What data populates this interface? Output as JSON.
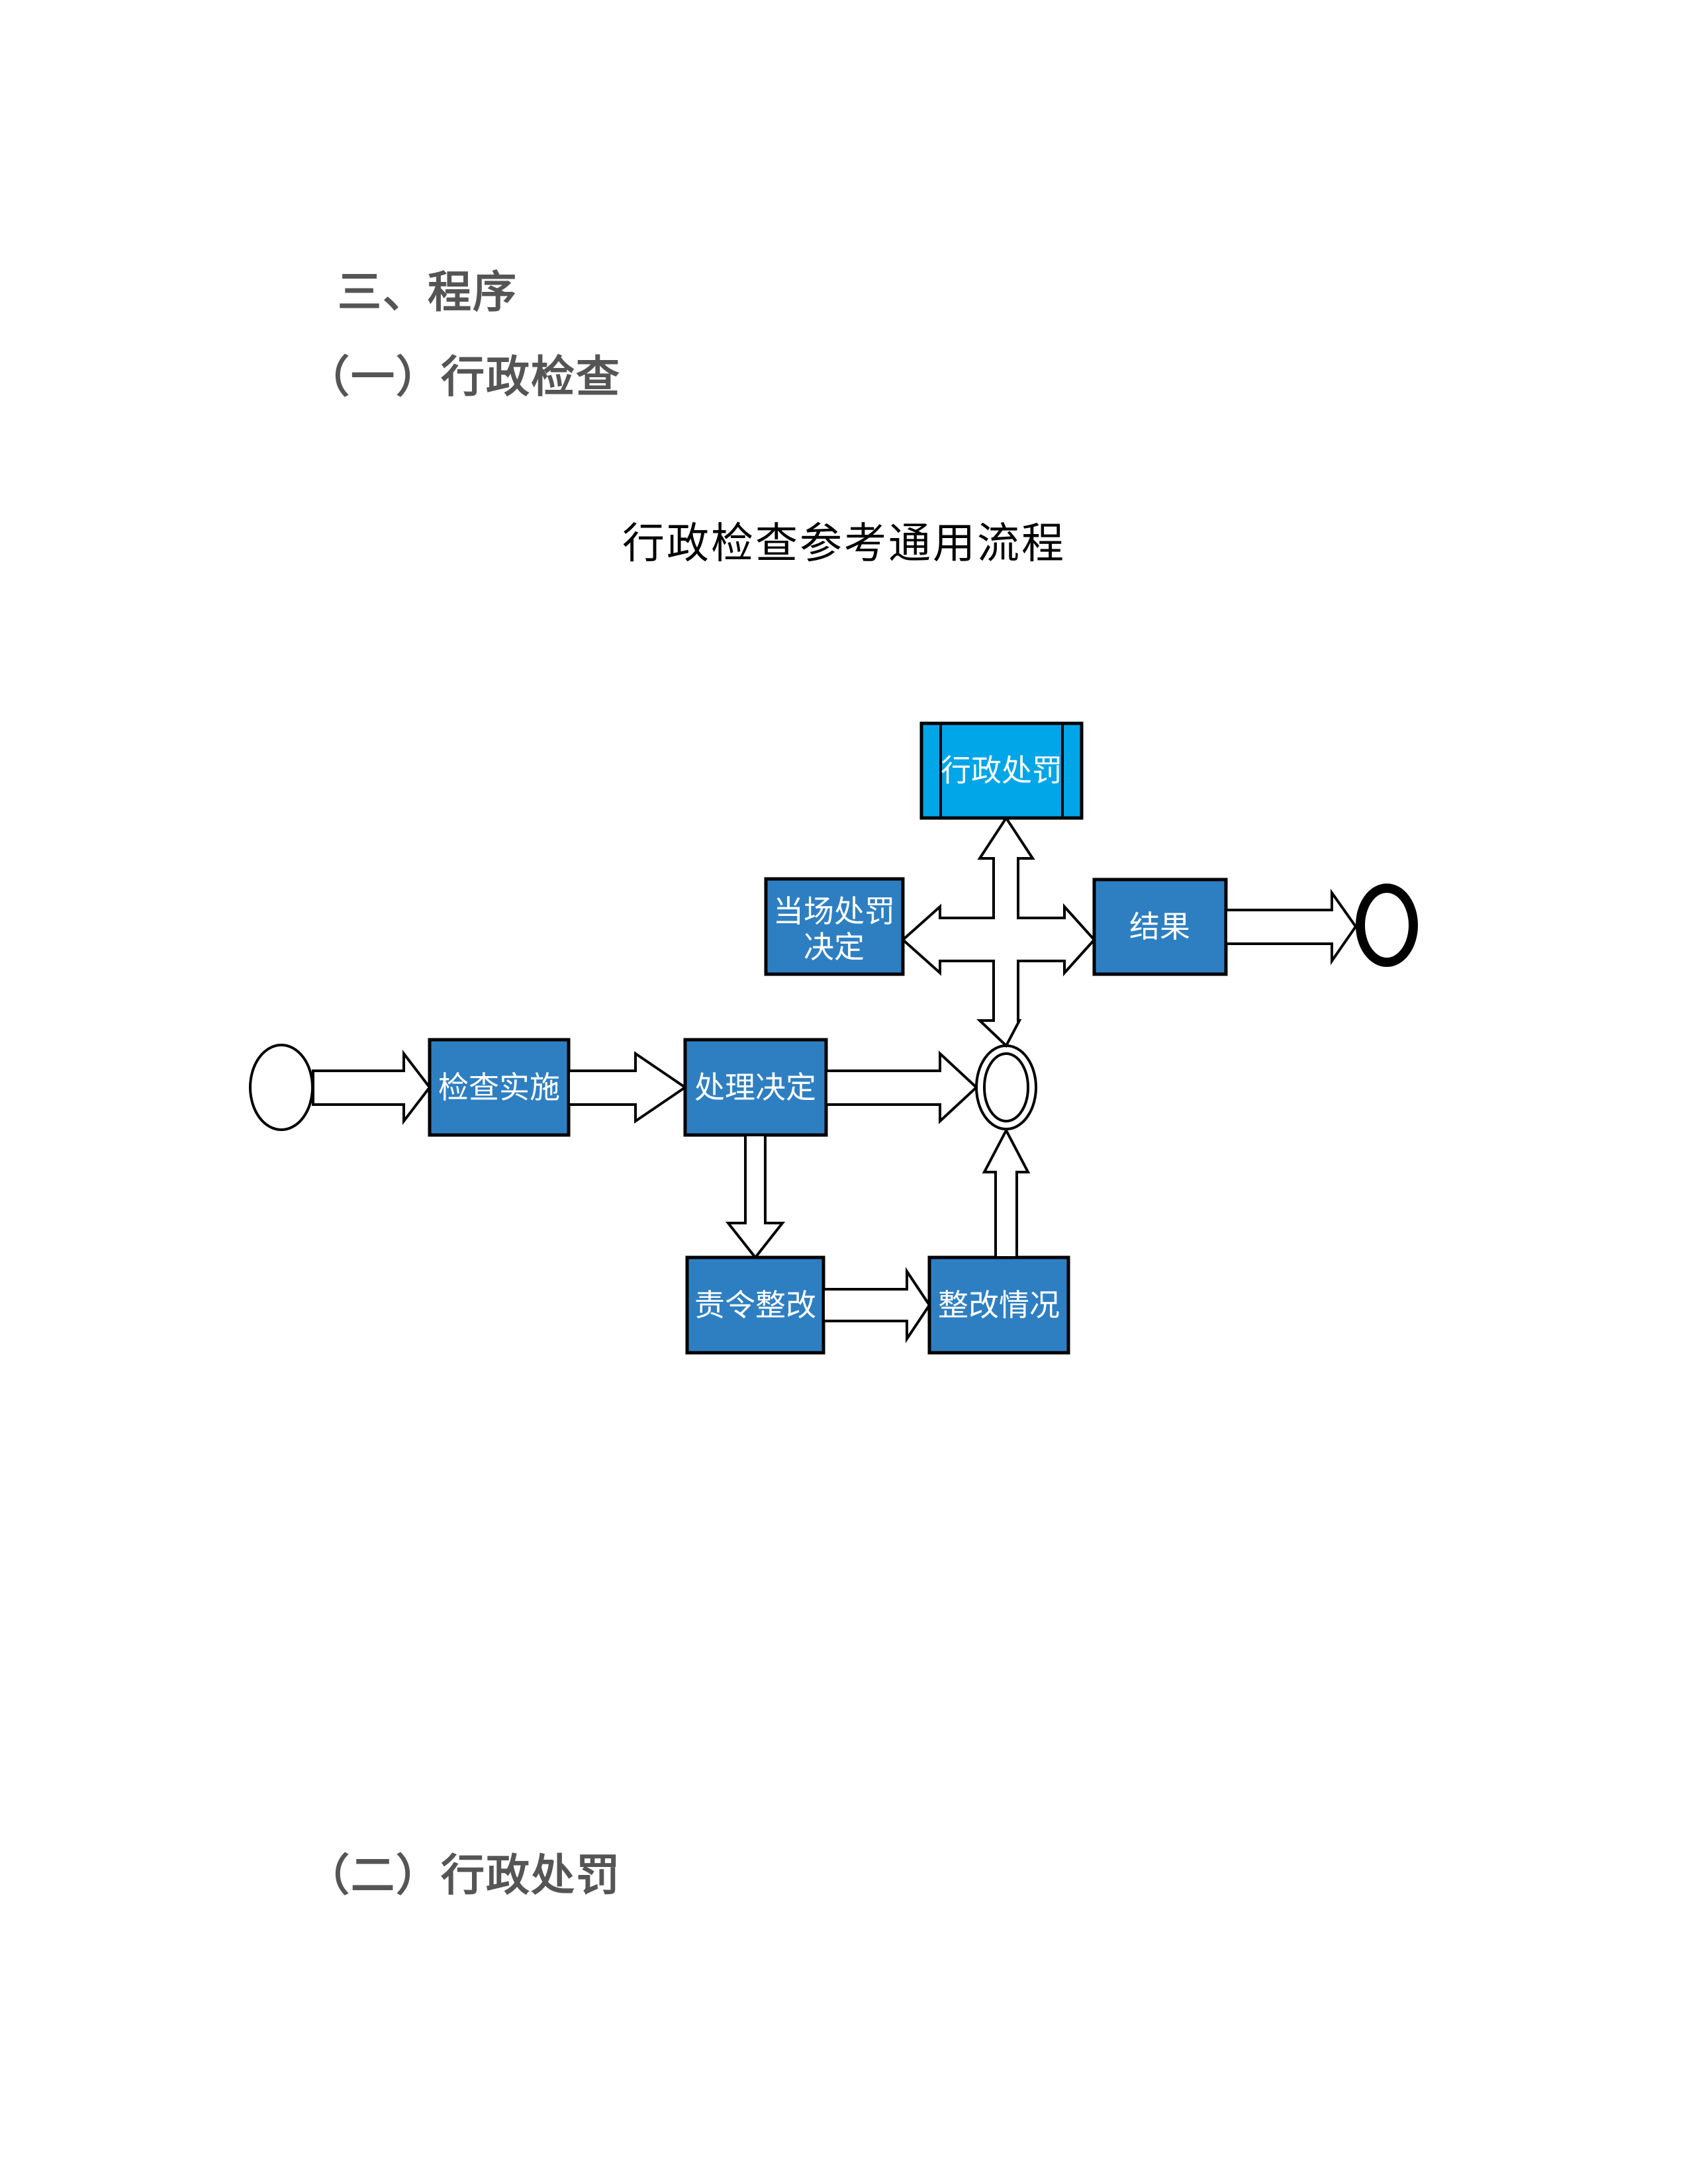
{
  "headings": {
    "section": "三、程序",
    "sub1": "（一）行政检查",
    "sub2": "（二）行政处罚"
  },
  "diagram": {
    "title": "行政检查参考通用流程",
    "colors": {
      "process_fill": "#2E7FC2",
      "predefined_fill": "#00A6E8",
      "stroke": "#000000",
      "arrow_fill": "#ffffff"
    },
    "nodes": {
      "start": {
        "type": "start-circle",
        "label": ""
      },
      "inspect": {
        "type": "process",
        "label": "检查实施"
      },
      "decide": {
        "type": "process",
        "label": "处理决定"
      },
      "merge": {
        "type": "junction-double-circle",
        "label": ""
      },
      "onsite_penalty": {
        "type": "process",
        "label_line1": "当场处罚",
        "label_line2": "决定"
      },
      "admin_penalty": {
        "type": "predefined-process",
        "label": "行政处罚"
      },
      "result": {
        "type": "process",
        "label": "结果"
      },
      "end": {
        "type": "end-circle",
        "label": ""
      },
      "rectify_order": {
        "type": "process",
        "label": "责令整改"
      },
      "rectify_status": {
        "type": "process",
        "label": "整改情况"
      }
    },
    "edges": [
      {
        "from": "start",
        "to": "inspect"
      },
      {
        "from": "inspect",
        "to": "decide"
      },
      {
        "from": "decide",
        "to": "merge"
      },
      {
        "from": "decide",
        "to": "rectify_order"
      },
      {
        "from": "rectify_order",
        "to": "rectify_status"
      },
      {
        "from": "rectify_status",
        "to": "merge"
      },
      {
        "from": "merge",
        "to": "admin_penalty",
        "bidirectional_cross": true
      },
      {
        "from": "merge",
        "to": "onsite_penalty",
        "bidirectional_cross": true
      },
      {
        "from": "merge",
        "to": "result",
        "bidirectional_cross": true
      },
      {
        "from": "result",
        "to": "end"
      }
    ]
  }
}
